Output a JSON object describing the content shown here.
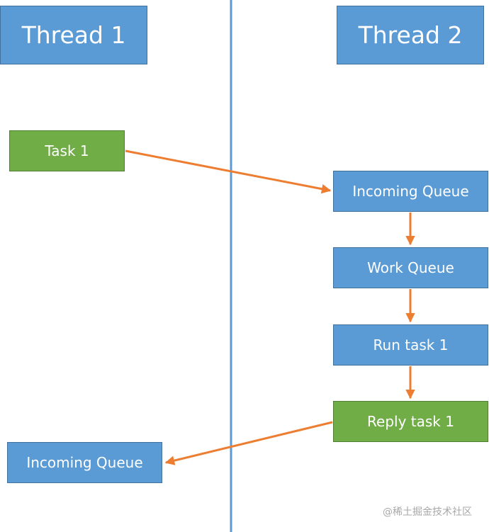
{
  "threads": {
    "thread1_label": "Thread 1",
    "thread2_label": "Thread 2"
  },
  "thread1": {
    "task_label": "Task 1",
    "incoming_queue_label": "Incoming Queue"
  },
  "thread2": {
    "incoming_queue_label": "Incoming Queue",
    "work_queue_label": "Work Queue",
    "run_task_label": "Run task 1",
    "reply_task_label": "Reply task 1"
  },
  "watermark": "@稀土掘金技术社区",
  "colors": {
    "blue_box": "#5b9bd5",
    "green_box": "#70ad47",
    "arrow": "#ed7d31",
    "divider": "#5b9bd5"
  }
}
